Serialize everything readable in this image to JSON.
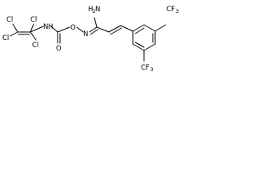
{
  "molecule": {
    "atoms": {
      "cl_top_left": "Cl",
      "cl_top_right": "Cl",
      "cl_left": "Cl",
      "cl_bottom": "Cl",
      "nh_n": "N",
      "nh_h": "H",
      "carbonyl_o": "O",
      "ester_o": "O",
      "oxime_n": "N",
      "amine_h": "H",
      "amine_2": "2",
      "amine_n": "N",
      "cf3_top": "CF",
      "cf3_top_3": "3",
      "cf3_bottom": "CF",
      "cf3_bottom_3": "3"
    }
  }
}
